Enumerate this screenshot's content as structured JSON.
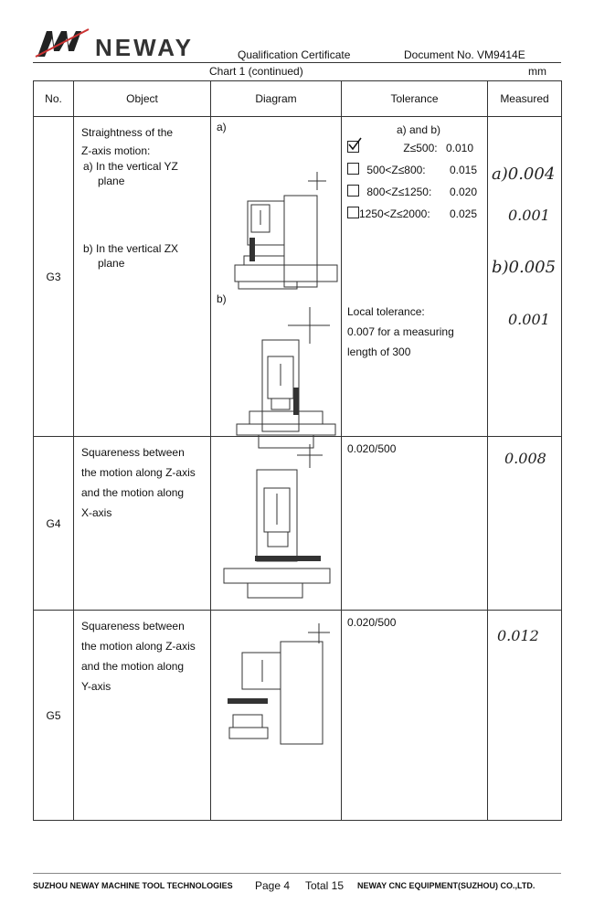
{
  "header": {
    "brand": "NEWAY",
    "doc_title": "Qualification Certificate",
    "doc_number": "Document No. VM9414E",
    "chart_title": "Chart 1 (continued)",
    "unit": "mm"
  },
  "table": {
    "columns": [
      "No.",
      "Object",
      "Diagram",
      "Tolerance",
      "Measured"
    ],
    "rows": [
      {
        "no": "G3",
        "object_title": "Straightness of the",
        "object_title2": "Z-axis motion:",
        "sub_a": "a) In the vertical YZ",
        "sub_a2": "plane",
        "sub_b": "b) In the vertical ZX",
        "sub_b2": "plane",
        "diagram_a": "a)",
        "diagram_b": "b)",
        "tol_head": "a) and b)",
        "tol_options": [
          {
            "label": "Z≤500:",
            "value": "0.010",
            "checked": true
          },
          {
            "label": "500<Z≤800:",
            "value": "0.015",
            "checked": false
          },
          {
            "label": "800<Z≤1250:",
            "value": "0.020",
            "checked": false
          },
          {
            "label": "1250<Z≤2000:",
            "value": "0.025",
            "checked": false
          }
        ],
        "local_tol_1": "Local tolerance:",
        "local_tol_2": "0.007 for a measuring",
        "local_tol_3": "length of 300",
        "measured": [
          "a)0.004",
          "0.001",
          "b)0.005",
          "0.001"
        ]
      },
      {
        "no": "G4",
        "object_lines": [
          "Squareness between",
          "the motion along Z-axis",
          "and the motion along",
          "X-axis"
        ],
        "tolerance": "0.020/500",
        "measured": "0.008"
      },
      {
        "no": "G5",
        "object_lines": [
          "Squareness between",
          "the motion along Z-axis",
          "and the motion along",
          "Y-axis"
        ],
        "tolerance": "0.020/500",
        "measured": "0.012"
      }
    ]
  },
  "footer": {
    "left": "SUZHOU NEWAY MACHINE TOOL TECHNOLOGIES",
    "page": "Page 4",
    "total": "Total 15",
    "right": "NEWAY CNC EQUIPMENT(SUZHOU) CO.,LTD."
  }
}
